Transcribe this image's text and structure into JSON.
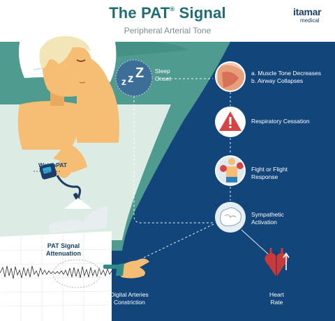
{
  "header": {
    "title_main": "The PAT",
    "title_mark": "®",
    "title_end": " Signal",
    "subtitle": "Peripheral Arterial Tone"
  },
  "logo": {
    "name": "itamar",
    "sub": "medical"
  },
  "device": {
    "label": "WatchPAT"
  },
  "steps": {
    "sleep_onset": {
      "line1": "Sleep",
      "line2": "Onset"
    },
    "muscle": {
      "line1": "a. Muscle Tone Decreases",
      "line2": "b. Airway Collapses"
    },
    "respiratory": {
      "label": "Respiratory Cessation"
    },
    "fight": {
      "line1": "Fight or Flight",
      "line2": "Response"
    },
    "sympathetic": {
      "line1": "Sympathetic",
      "line2": "Activation"
    }
  },
  "outcomes": {
    "pat_attenuation": {
      "line1": "PAT Signal",
      "line2": "Attenuation"
    },
    "digital": {
      "line1": "Digital Arteries",
      "line2": "Constriction"
    },
    "heart": {
      "line1": "Heart",
      "line2": "Rate"
    }
  },
  "sleep_symbol": "ZZZ",
  "colors": {
    "title": "#1f6e75",
    "navy": "#0f3a66",
    "teal": "#4f9b8f",
    "mint": "#dcece4",
    "red_warning": "#d64545",
    "skin": "#f5be74",
    "hair": "#f2e5b8"
  }
}
